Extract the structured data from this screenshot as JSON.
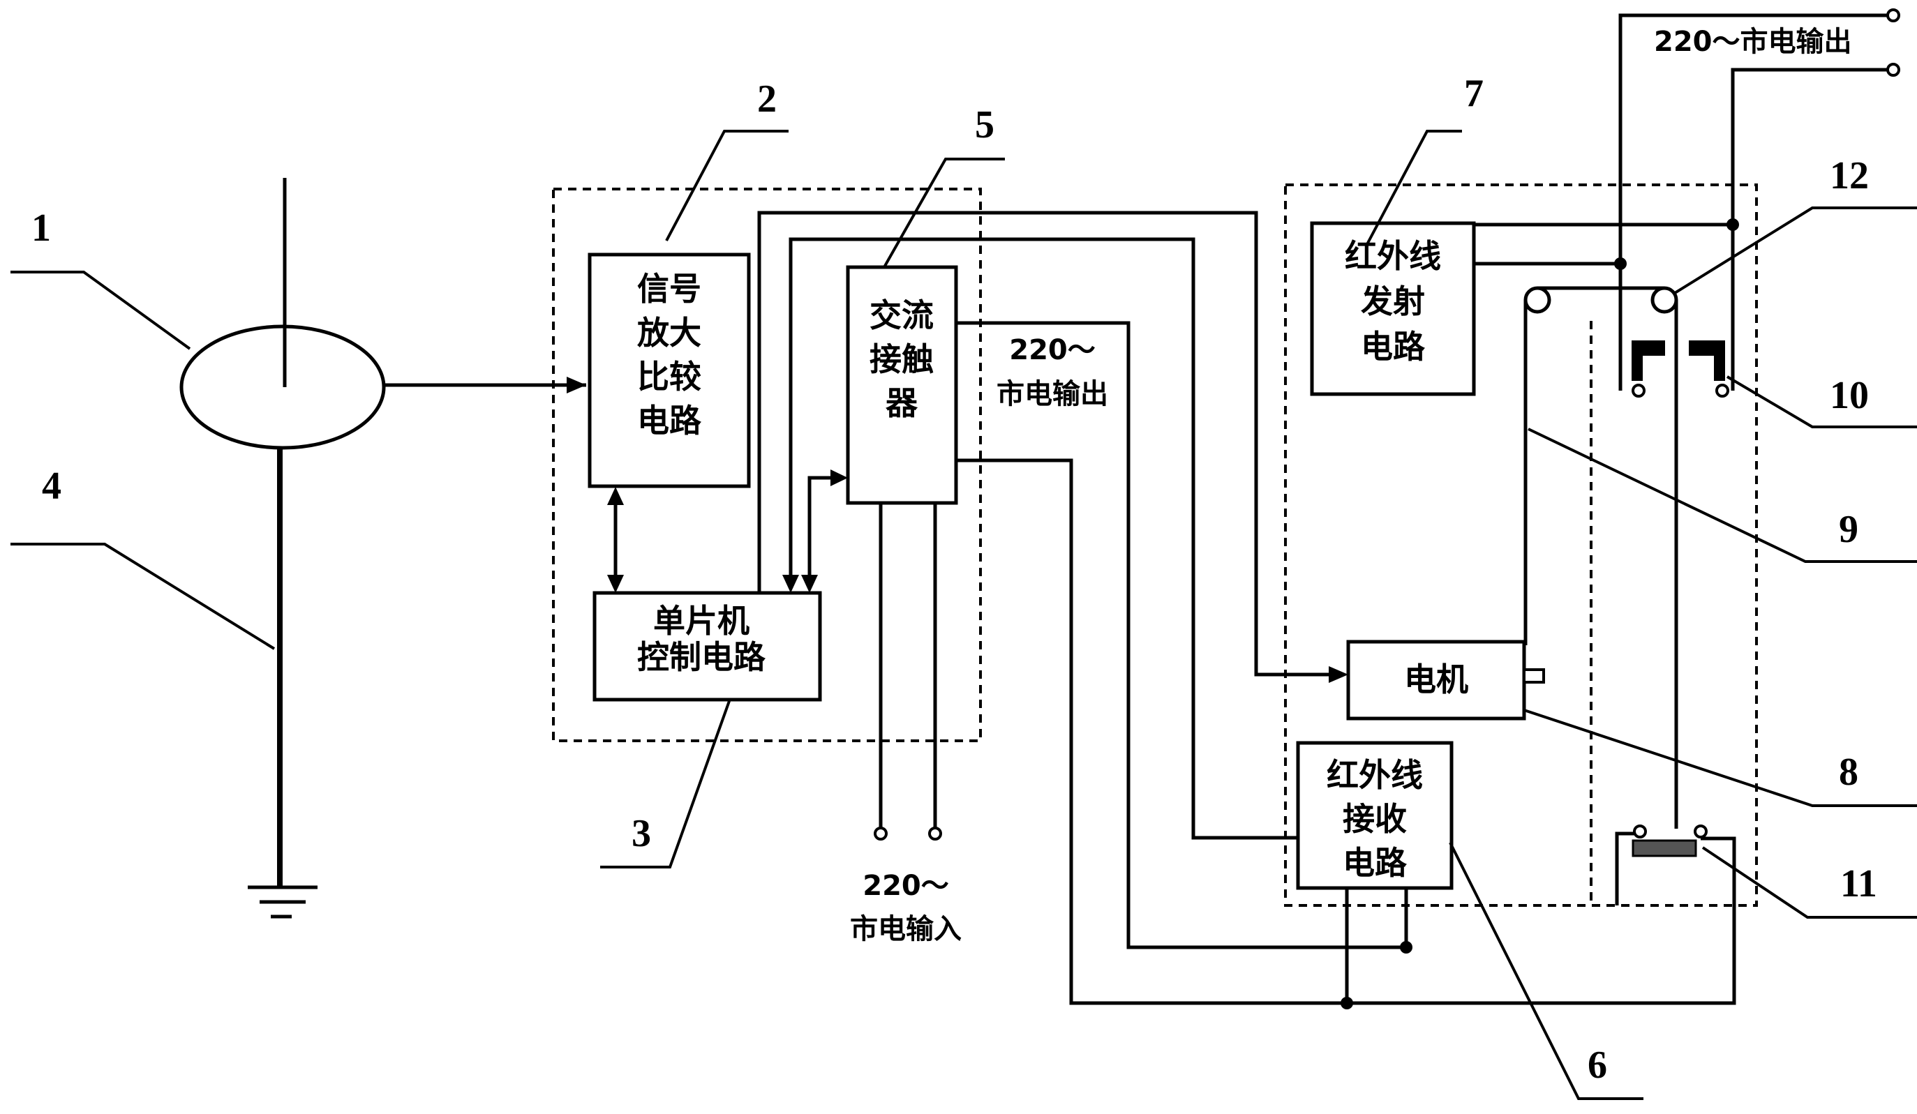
{
  "numbers": {
    "n1": "1",
    "n2": "2",
    "n3": "3",
    "n4": "4",
    "n5": "5",
    "n6": "6",
    "n7": "7",
    "n8": "8",
    "n9": "9",
    "n10": "10",
    "n11": "11",
    "n12": "12"
  },
  "blocks": {
    "signal_amp": [
      "信号",
      "放大",
      "比较",
      "电路"
    ],
    "mcu": [
      "单片机",
      "控制电路"
    ],
    "contactor": [
      "交流",
      "接触",
      "器"
    ],
    "ir_emit": [
      "红外线",
      "发射",
      "电路"
    ],
    "motor": "电机",
    "ir_recv": [
      "红外线",
      "接收",
      "电路"
    ]
  },
  "labels": {
    "top_output": "220～市电输出",
    "mid_output": [
      "220～",
      "市电输出"
    ],
    "input": [
      "220～",
      "市电输入"
    ]
  }
}
